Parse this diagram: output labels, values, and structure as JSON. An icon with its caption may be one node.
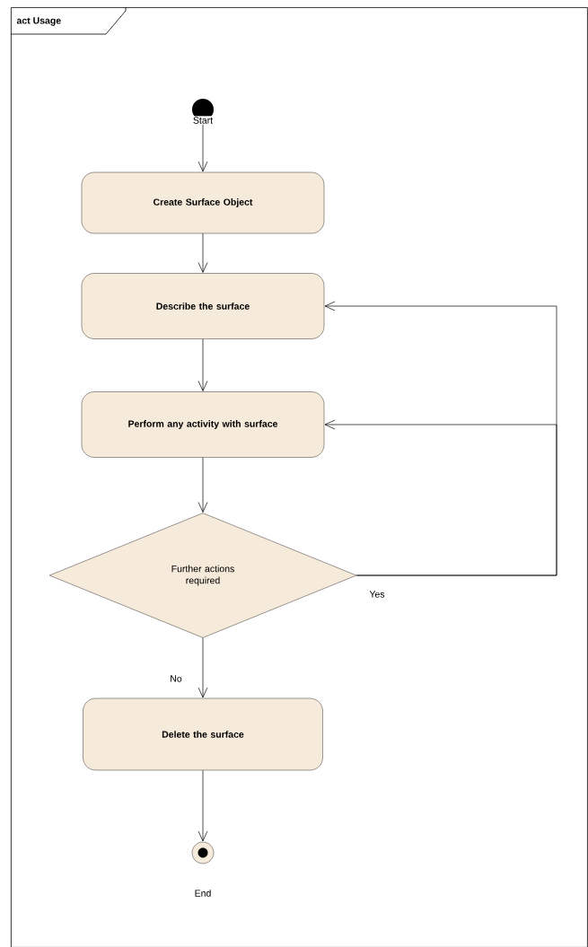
{
  "diagram": {
    "nodes": [
      {
        "text": [
          "act Usage"
        ]
      },
      {
        "text": [],
        "shape": "circle",
        "beside": [
          "Start"
        ],
        "in": 0
      },
      {
        "text": [
          "Create Surface Object"
        ],
        "in": 0
      },
      {
        "text": [
          "Describe the surface"
        ],
        "in": 0
      },
      {
        "text": [
          "Perform any activity with surface"
        ],
        "in": 0
      },
      {
        "text": [
          "Further actions required"
        ],
        "in": 0
      },
      {
        "text": [
          "Delete the surface"
        ],
        "in": 0
      },
      {
        "text": [],
        "shape": "circle",
        "beside": [
          "End"
        ],
        "in": 0
      }
    ],
    "edges": [
      {
        "from": 1,
        "to": 2,
        "arrow": "to"
      },
      {
        "from": 2,
        "to": 3,
        "arrow": "to"
      },
      {
        "from": 3,
        "to": 4,
        "arrow": "to"
      },
      {
        "from": 4,
        "to": 5,
        "arrow": "to"
      },
      {
        "from": 5,
        "to": 3,
        "arrow": "to"
      },
      {
        "from": 5,
        "to": 4,
        "arrow": "to",
        "label": "Yes"
      },
      {
        "from": 5,
        "to": 6,
        "arrow": "to",
        "label": "No"
      },
      {
        "from": 6,
        "to": 7,
        "arrow": "to"
      }
    ]
  }
}
